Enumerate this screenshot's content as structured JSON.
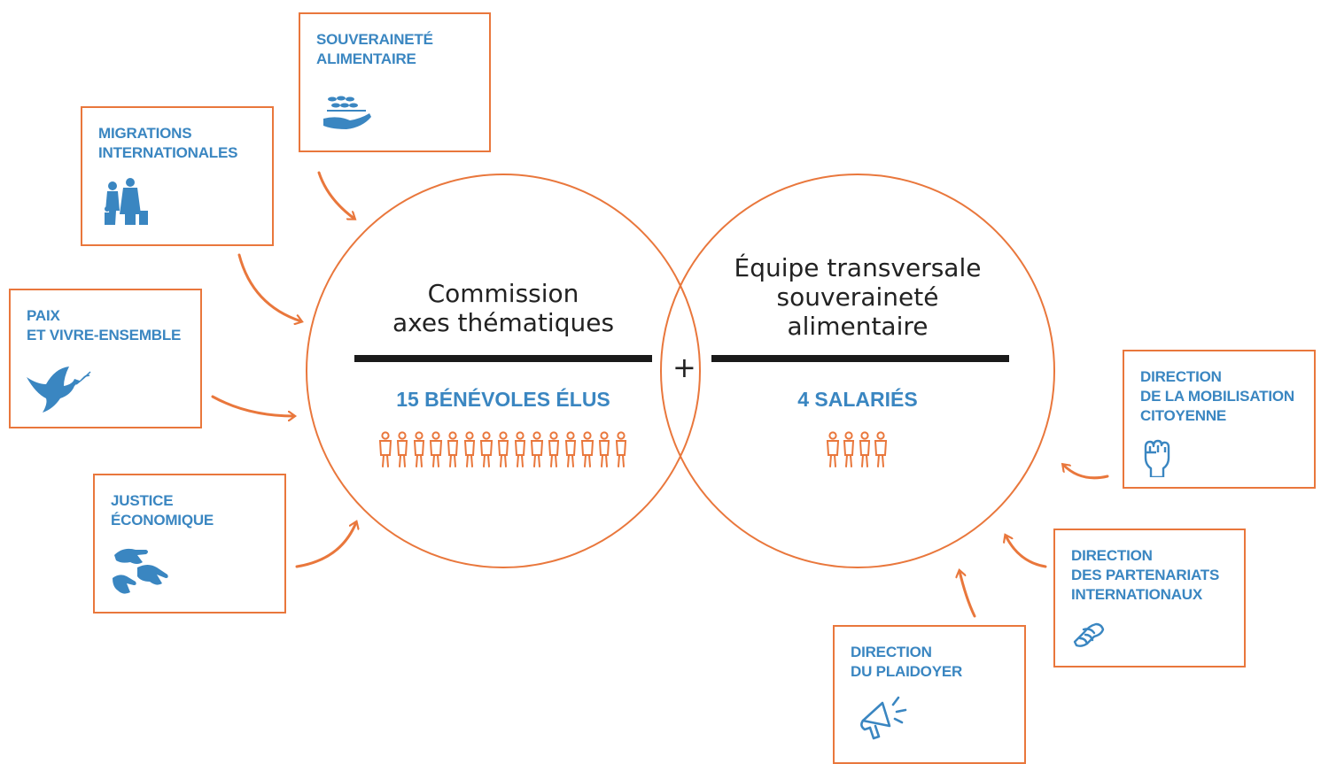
{
  "commission": {
    "title": "Commission\naxes thématiques",
    "count_label": "15 BÉNÉVOLES ÉLUS",
    "figure_count": 15
  },
  "team": {
    "title": "Équipe transversale\nsouveraineté\nalimentaire",
    "count_label": "4 SALARIÉS",
    "figure_count": 4
  },
  "plus": "+",
  "themes": [
    {
      "label": "SOUVERAINETÉ\nALIMENTAIRE",
      "icon": "wheat-hand-icon"
    },
    {
      "label": "MIGRATIONS\nINTERNATIONALES",
      "icon": "migrants-icon"
    },
    {
      "label": "PAIX\nET VIVRE-ENSEMBLE",
      "icon": "dove-icon"
    },
    {
      "label": "JUSTICE\nÉCONOMIQUE",
      "icon": "hands-icon"
    }
  ],
  "directions": [
    {
      "label": "DIRECTION\nDE LA MOBILISATION\nCITOYENNE",
      "icon": "raised-fist-icon"
    },
    {
      "label": "DIRECTION\nDES PARTENARIATS\nINTERNATIONAUX",
      "icon": "handshake-icon"
    },
    {
      "label": "DIRECTION\nDU PLAIDOYER",
      "icon": "megaphone-icon"
    }
  ],
  "colors": {
    "accent": "#e9773c",
    "blue": "#3a86c1",
    "text": "#222222",
    "bar": "#1a1a1a"
  }
}
